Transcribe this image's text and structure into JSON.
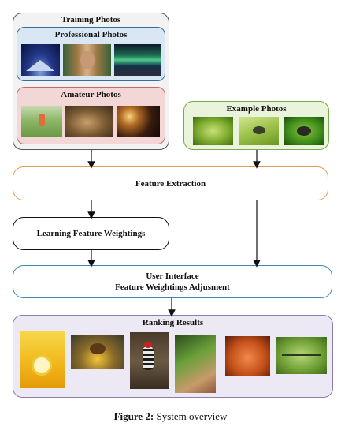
{
  "training": {
    "title": "Training Photos"
  },
  "professional": {
    "title": "Professional Photos",
    "photos": [
      "mountain-night-photo",
      "woman-scarf-portrait-photo",
      "aurora-landscape-photo"
    ]
  },
  "amateur": {
    "title": "Amateur Photos",
    "photos": [
      "person-field-photo",
      "blurry-dog-photo",
      "crowd-night-photo"
    ]
  },
  "example": {
    "title": "Example Photos",
    "photos": [
      "insect-on-leaf-photo",
      "fly-on-leaf-photo",
      "fly-closeup-photo"
    ]
  },
  "stages": {
    "feature_extraction": "Feature Extraction",
    "learning": "Learning Feature Weightings",
    "ui_line1": "User Interface",
    "ui_line2": "Feature Weightings Adjusment"
  },
  "ranking": {
    "title": "Ranking Results",
    "photos": [
      "lemon-splash-photo",
      "bee-on-flower-photo",
      "woodpecker-photo",
      "grasshopper-in-hand-photo",
      "spider-orange-photo",
      "dragonfly-photo"
    ]
  },
  "caption": {
    "figure": "Figure 2:",
    "text": "System overview"
  },
  "colors": {
    "training_border": "#555555",
    "training_bg": "#f2f2f2",
    "professional_border": "#3a6d9e",
    "professional_bg": "#d9e7f4",
    "amateur_border": "#c46a6a",
    "amateur_bg": "#f3d6d6",
    "example_border": "#7ba84a",
    "example_bg": "#eaf3dc",
    "feature_border": "#e09a55",
    "ui_border": "#3a8ab8",
    "ranking_border": "#8e7cb0",
    "ranking_bg": "#ece8f4"
  }
}
